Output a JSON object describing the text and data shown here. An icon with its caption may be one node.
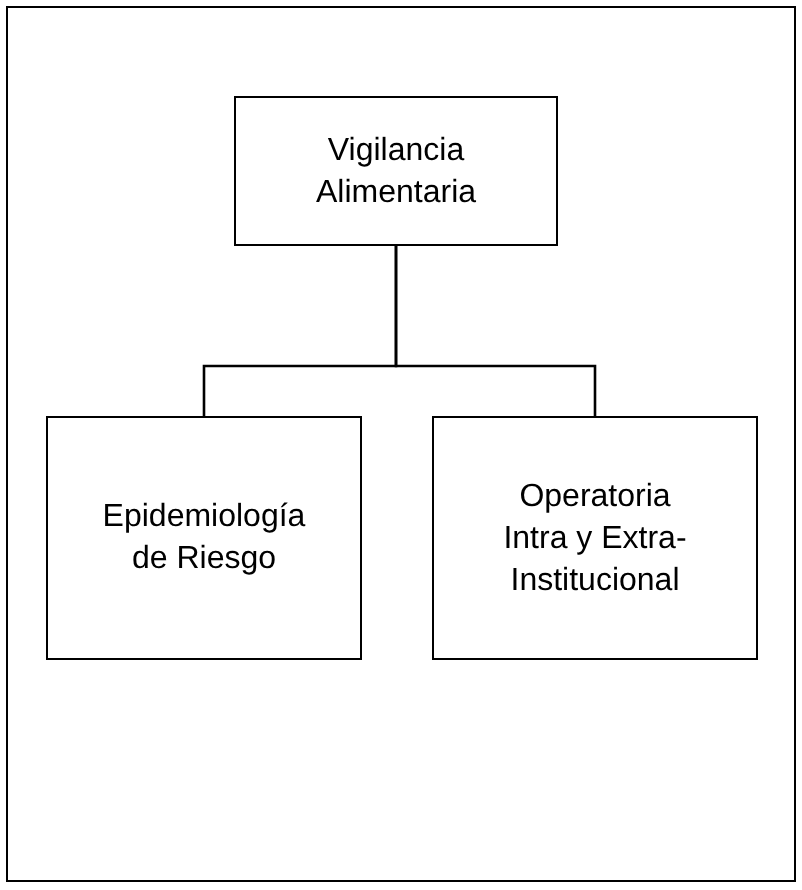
{
  "diagram": {
    "nodes": [
      {
        "text": [
          "Vigilancia Alimentaria"
        ]
      },
      {
        "text": [
          "Epidemiología de Riesgo"
        ]
      },
      {
        "text": [
          "Operatoria Intra y Extra-Institucional"
        ]
      }
    ],
    "edges": [
      {
        "from": 0,
        "to": 1,
        "arrow": "none"
      },
      {
        "from": 0,
        "to": 2,
        "arrow": "none"
      }
    ]
  }
}
